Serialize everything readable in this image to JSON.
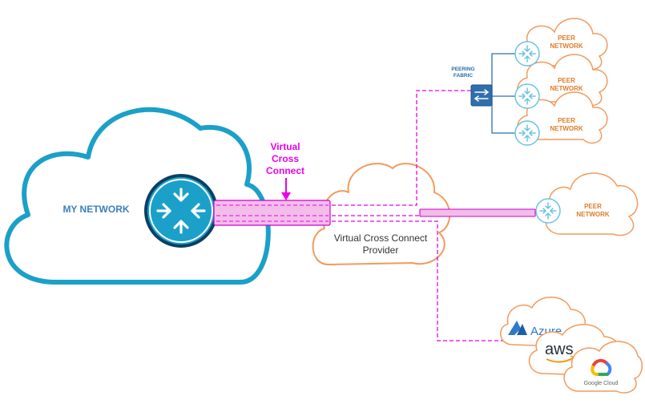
{
  "labels": {
    "my_network": "MY NETWORK",
    "vcc_line1": "Virtual",
    "vcc_line2": "Cross",
    "vcc_line3": "Connect",
    "provider_line1": "Virtual Cross Connect",
    "provider_line2": "Provider",
    "peering_line1": "PEERING",
    "peering_line2": "FABRIC",
    "peer_line1": "PEER",
    "peer_line2": "NETWORK",
    "azure": "Azure",
    "aws": "aws",
    "google_cloud": "Google Cloud"
  },
  "icons": {
    "router": "router-icon",
    "switch": "switch-icon",
    "azure": "azure-logo",
    "aws": "aws-logo",
    "gcp": "google-cloud-logo"
  },
  "colors": {
    "my_network_cloud": "#1ba0c9",
    "my_network_label": "#3a7fbf",
    "router_fill": "#1ba0c9",
    "peer_cloud": "#f39a5c",
    "peer_label": "#e07c2a",
    "vcc_magenta": "#ea00ea",
    "vcc_fill": "#f2bde8",
    "peering_blue": "#2f6fad",
    "peering_label": "#2a6aa8",
    "peer_router": "#6cc3e0"
  }
}
